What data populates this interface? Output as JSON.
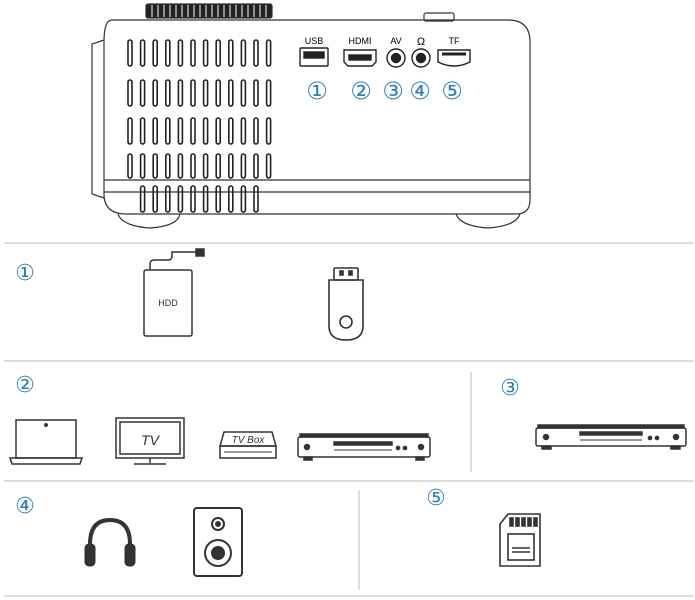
{
  "ports": {
    "usb": "USB",
    "hdmi": "HDMI",
    "av": "AV",
    "audio_symbol": "Ω",
    "tf": "TF"
  },
  "numbers": [
    "①",
    "②",
    "③",
    "④",
    "⑤"
  ],
  "devices": {
    "hdd_label": "HDD",
    "tv_label": "TV",
    "tvbox_label": "TV Box"
  },
  "colors": {
    "number_blue": "#2e7fbf",
    "line": "#333333",
    "divider": "#bdbdbd"
  },
  "icons": [
    "hdd-icon",
    "usb-stick-icon",
    "laptop-icon",
    "tv-icon",
    "tv-box-icon",
    "dvd-player-icon",
    "headphones-icon",
    "speaker-icon",
    "sd-card-icon"
  ]
}
